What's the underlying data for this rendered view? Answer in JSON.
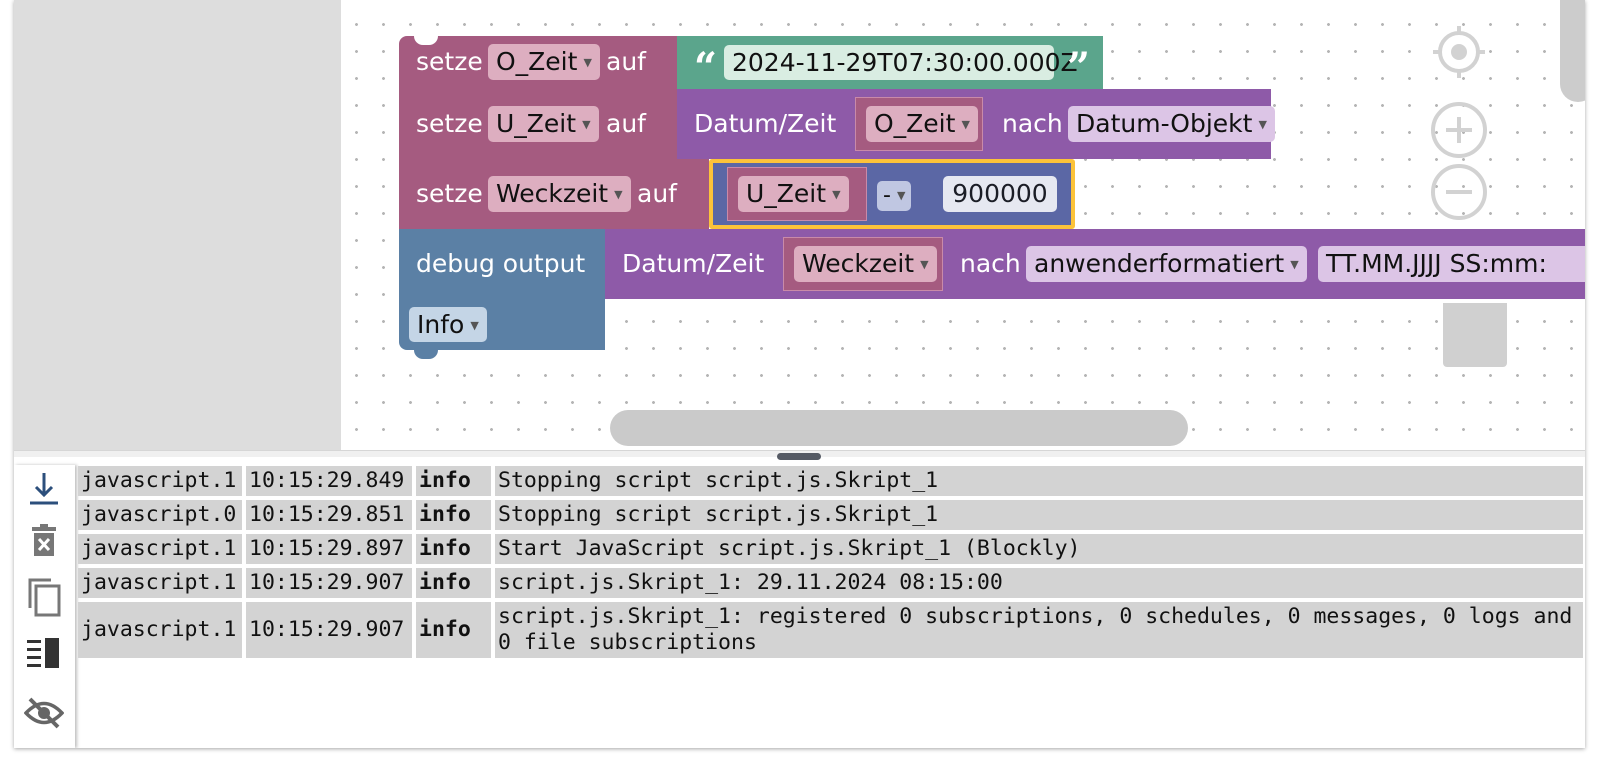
{
  "blocks": {
    "set1": {
      "keyword": "setze",
      "variable": "O_Zeit",
      "to": "auf",
      "string_value": "2024-11-29T07:30:00.000Z"
    },
    "set2": {
      "keyword": "setze",
      "variable": "U_Zeit",
      "to": "auf",
      "func_label": "Datum/Zeit",
      "arg_variable": "O_Zeit",
      "nach": "nach",
      "format": "Datum-Objekt"
    },
    "set3": {
      "keyword": "setze",
      "variable": "Weckzeit",
      "to": "auf",
      "left_variable": "U_Zeit",
      "operator": "-",
      "number": "900000"
    },
    "debug": {
      "label": "debug output",
      "func_label": "Datum/Zeit",
      "arg_variable": "Weckzeit",
      "nach": "nach",
      "format": "anwenderformatiert",
      "pattern": "TT.MM.JJJJ SS:mm:",
      "level": "Info"
    }
  },
  "colors": {
    "variables": "#a55b80",
    "text": "#5ba58c",
    "datetime": "#8e5aa8",
    "math": "#5b67a5",
    "debug": "#5b80a5",
    "highlight": "#fcc33a"
  },
  "workspace_controls": [
    "locate-icon",
    "zoom-in-icon",
    "zoom-out-icon"
  ],
  "log_toolbar": [
    "scroll-down-icon",
    "delete-log-icon",
    "copy-icon",
    "table-layout-icon",
    "hide-icon"
  ],
  "log": [
    {
      "source": "javascript.1",
      "time": "10:15:29.849",
      "severity": "info",
      "message": "Stopping script script.js.Skript_1"
    },
    {
      "source": "javascript.0",
      "time": "10:15:29.851",
      "severity": "info",
      "message": "Stopping script script.js.Skript_1"
    },
    {
      "source": "javascript.1",
      "time": "10:15:29.897",
      "severity": "info",
      "message": "Start JavaScript script.js.Skript_1 (Blockly)"
    },
    {
      "source": "javascript.1",
      "time": "10:15:29.907",
      "severity": "info",
      "message": "script.js.Skript_1: 29.11.2024 08:15:00"
    },
    {
      "source": "javascript.1",
      "time": "10:15:29.907",
      "severity": "info",
      "message": "script.js.Skript_1: registered 0 subscriptions, 0 schedules, 0 messages, 0 logs and 0 file subscriptions"
    }
  ]
}
